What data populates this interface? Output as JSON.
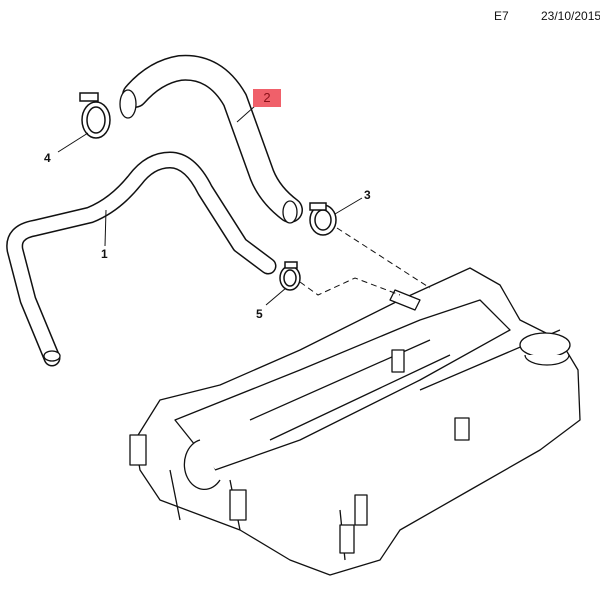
{
  "header": {
    "code": "E7",
    "date": "23/10/2015"
  },
  "callouts": {
    "c1": "1",
    "c2": "2",
    "c3": "3",
    "c4": "4",
    "c5": "5"
  },
  "colors": {
    "highlight": "#f0606a",
    "line": "#111111"
  }
}
